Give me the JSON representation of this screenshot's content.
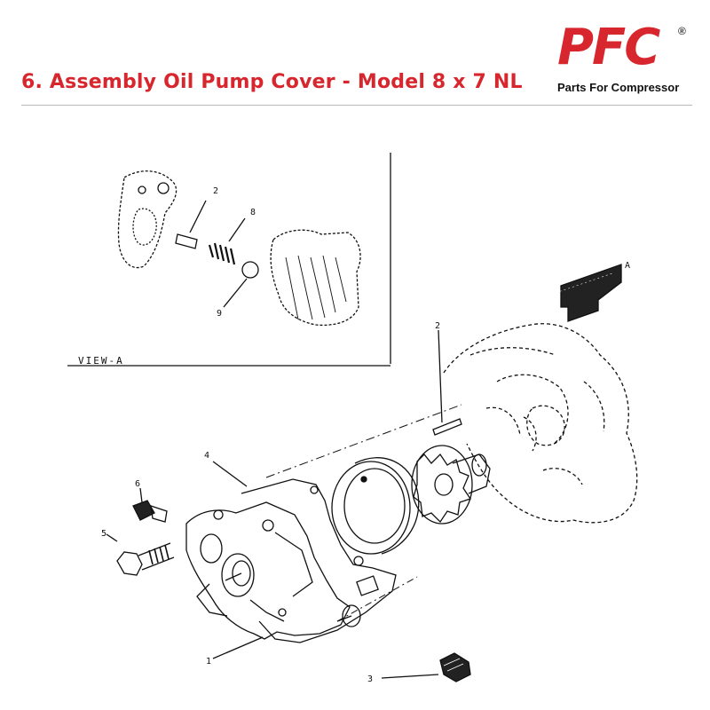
{
  "header": {
    "title": "6. Assembly Oil Pump Cover - Model 8 x 7 NL"
  },
  "logo": {
    "text": "PFC",
    "registered_mark": "®",
    "tagline": "Parts For Compressor",
    "color": "#d7262d"
  },
  "diagram": {
    "view_label": "VIEW-A",
    "arrow_label": "A",
    "callouts": [
      "2",
      "8",
      "9",
      "2",
      "4",
      "6",
      "5",
      "1",
      "3"
    ]
  }
}
